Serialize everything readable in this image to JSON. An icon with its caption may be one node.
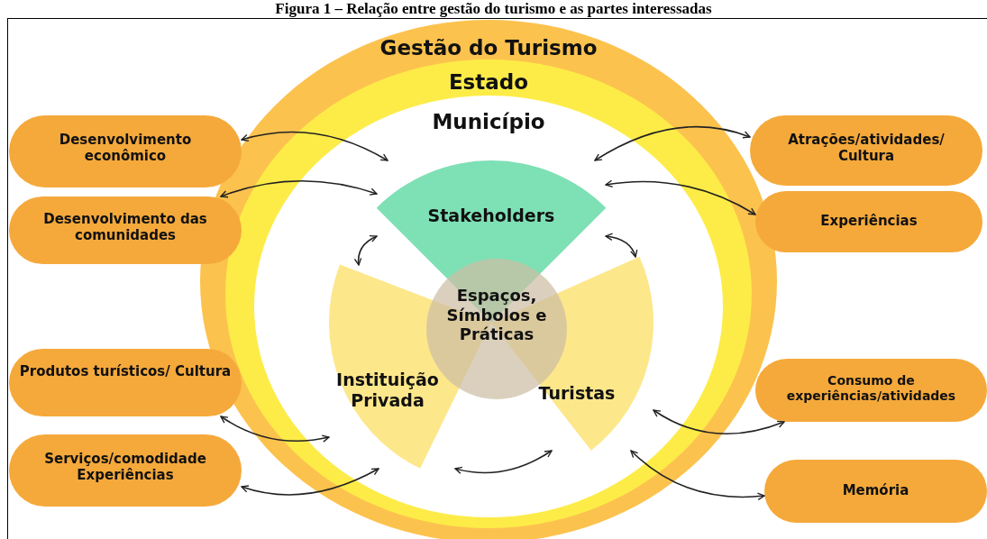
{
  "diagram": {
    "title": "Figura 1 – Relação entre gestão do turismo e as partes interessadas",
    "nodes": [
      {
        "text": [
          "Gestão do Turismo"
        ]
      },
      {
        "text": [
          "Estado"
        ],
        "in": 0
      },
      {
        "text": [
          "Município"
        ],
        "in": 1
      },
      {
        "text": [
          "Stakeholders"
        ],
        "in": 2
      },
      {
        "text": [
          "Instituição Privada"
        ],
        "in": 2
      },
      {
        "text": [
          "Turistas"
        ],
        "in": 2
      },
      {
        "text": [
          "Espaços, Símbolos e Práticas"
        ],
        "in": 2
      },
      {
        "text": [
          "Desenvolvimento econômico"
        ]
      },
      {
        "text": [
          "Desenvolvimento das comunidades"
        ]
      },
      {
        "text": [
          "Produtos turísticos/ Cultura"
        ]
      },
      {
        "text": [
          "Serviços/comodidade Experiências"
        ]
      },
      {
        "text": [
          "Atrações/atividades/ Cultura"
        ]
      },
      {
        "text": [
          "Experiências"
        ]
      },
      {
        "text": [
          "Consumo de experiências/atividades"
        ]
      },
      {
        "text": [
          "Memória"
        ]
      }
    ],
    "edges": [
      {
        "from": 7,
        "to": 3,
        "arrow": "both"
      },
      {
        "from": 8,
        "to": 3,
        "arrow": "both"
      },
      {
        "from": 11,
        "to": 3,
        "arrow": "both"
      },
      {
        "from": 12,
        "to": 3,
        "arrow": "both"
      },
      {
        "from": 3,
        "to": 4,
        "arrow": "both"
      },
      {
        "from": 3,
        "to": 5,
        "arrow": "both"
      },
      {
        "from": 4,
        "to": 5,
        "arrow": "both"
      },
      {
        "from": 9,
        "to": 4,
        "arrow": "both"
      },
      {
        "from": 10,
        "to": 4,
        "arrow": "both"
      },
      {
        "from": 5,
        "to": 13,
        "arrow": "both"
      },
      {
        "from": 5,
        "to": 14,
        "arrow": "both"
      }
    ]
  }
}
